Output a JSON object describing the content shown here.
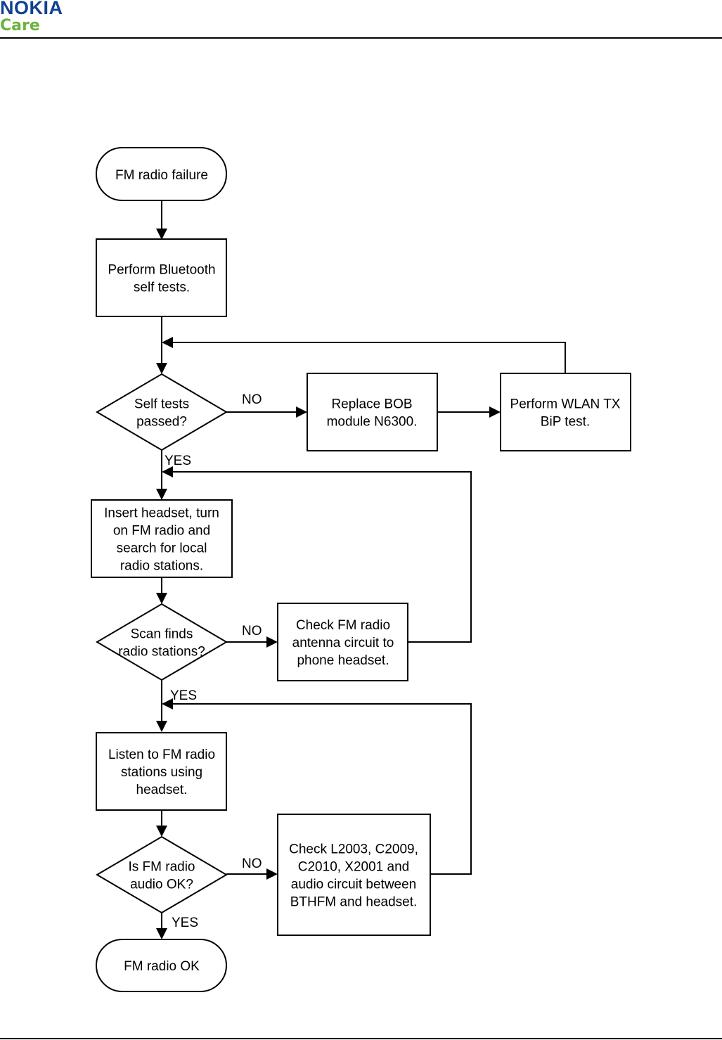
{
  "header": {
    "brand": "NOKIA",
    "sub_brand": "Care",
    "brand_color": "#124191",
    "sub_brand_color": "#6cb33f"
  },
  "flowchart": {
    "nodes": {
      "start": [
        "FM radio failure"
      ],
      "bt_test": [
        "Perform Bluetooth",
        "self tests."
      ],
      "self_test_q": [
        "Self tests",
        "passed?"
      ],
      "replace_bob": [
        "Replace BOB",
        "module N6300."
      ],
      "wlan_test": [
        "Perform WLAN TX",
        "BiP test."
      ],
      "insert_headset": [
        "Insert headset, turn",
        "on FM radio and",
        "search for local",
        "radio stations."
      ],
      "scan_q": [
        "Scan finds",
        "radio stations?"
      ],
      "check_antenna": [
        "Check FM radio",
        "antenna circuit to",
        "phone headset."
      ],
      "listen": [
        "Listen to FM radio",
        "stations using",
        "headset."
      ],
      "audio_q": [
        "Is FM radio",
        "audio OK?"
      ],
      "check_audio": [
        "Check L2003, C2009,",
        "C2010, X2001 and",
        "audio circuit between",
        "BTHFM and headset."
      ],
      "end": [
        "FM radio OK"
      ]
    },
    "edge_labels": {
      "self_test_no": "NO",
      "self_test_yes": "YES",
      "scan_no": "NO",
      "scan_yes": "YES",
      "audio_no": "NO",
      "audio_yes": "YES"
    }
  }
}
